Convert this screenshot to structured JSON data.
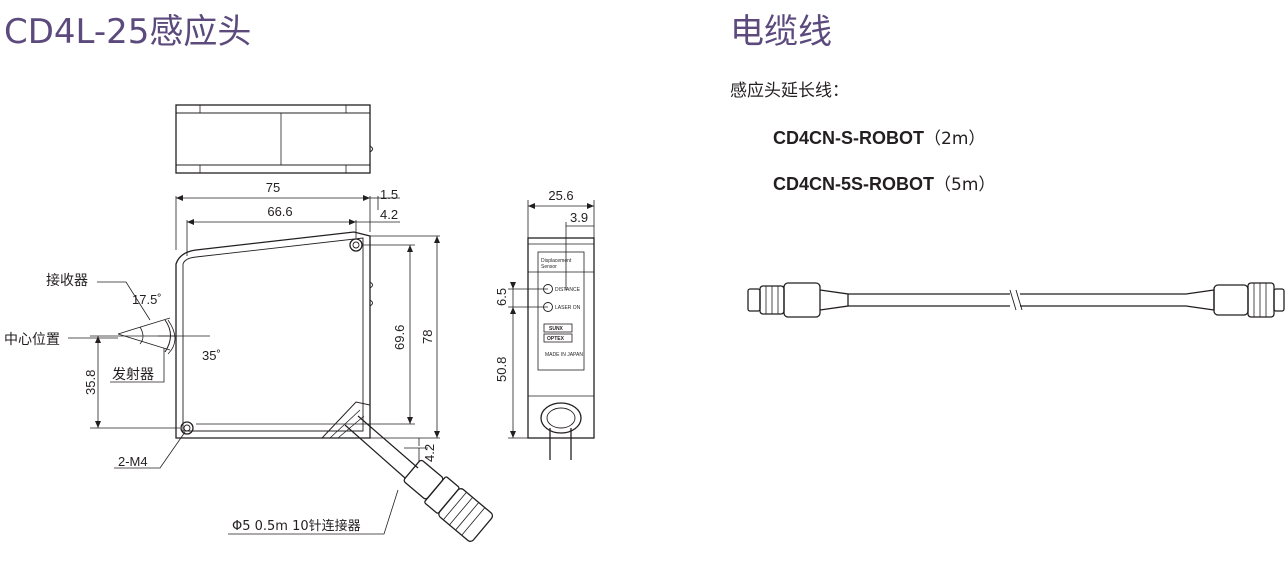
{
  "sensor_title": "CD4L-25感应头",
  "cable_title": "电缆线",
  "cable_subhead": "感应头延长线：",
  "cables": [
    {
      "model": "CD4CN-S-ROBOT",
      "length": "（2m）"
    },
    {
      "model": "CD4CN-5S-ROBOT",
      "length": "（5m）"
    }
  ],
  "labels": {
    "receiver": "接收器",
    "center": "中心位置",
    "emitter": "发射器",
    "mount": "2-M4",
    "connector": "Φ5 0.5m 10针连接器"
  },
  "dims": {
    "w75": "75",
    "w66_6": "66.6",
    "w1_5": "1.5",
    "w4_2": "4.2",
    "ang17_5": "17.5˚",
    "ang35": "35˚",
    "h35_8": "35.8",
    "h69_6": "69.6",
    "h78": "78",
    "h4_2b": "4.2",
    "s25_6": "25.6",
    "s3_9": "3.9",
    "s6_5": "6.5",
    "s50_8": "50.8"
  },
  "panel": {
    "line1": "Displacement",
    "line2": "Sensor",
    "distance": "DISTANCE",
    "laser": "LASER ON",
    "brand1": "SUNX",
    "brand2": "OPTEX",
    "made": "MADE IN JAPAN"
  }
}
